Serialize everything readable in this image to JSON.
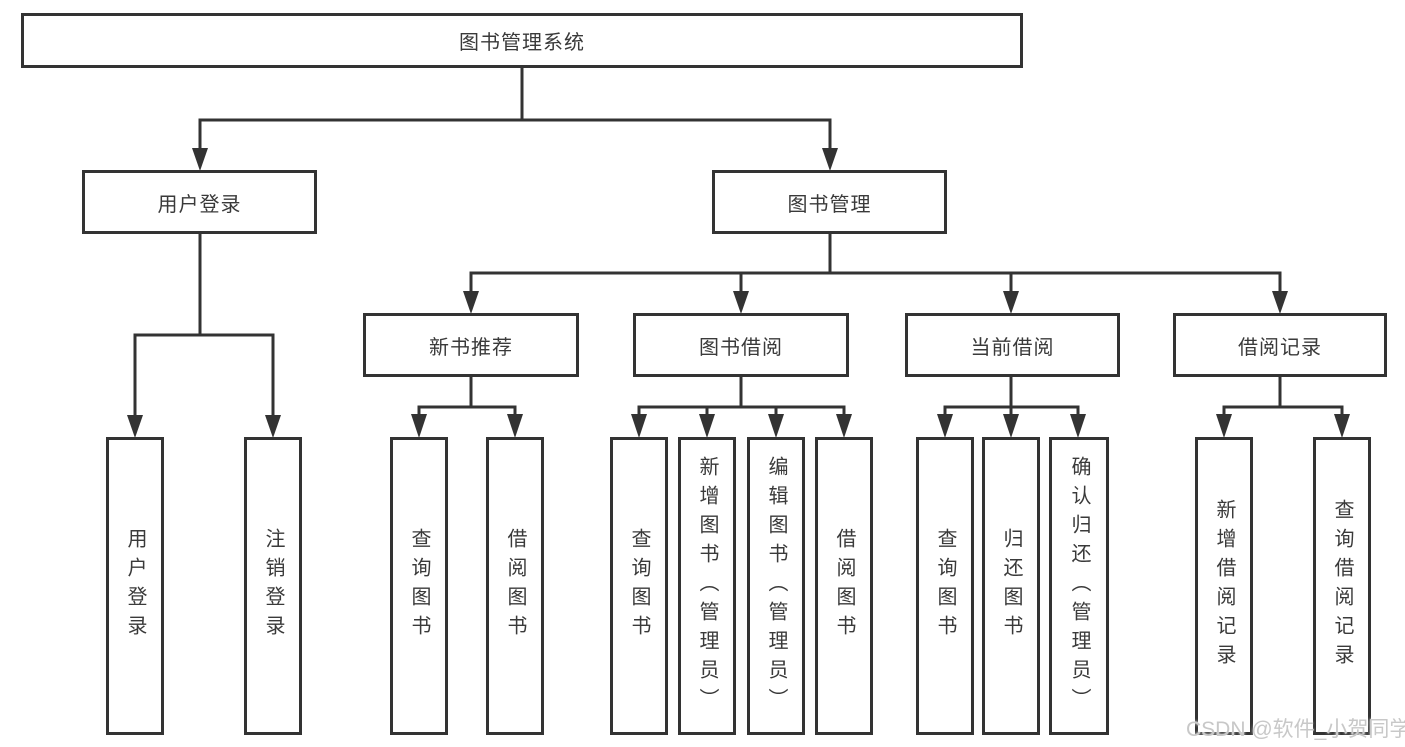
{
  "diagram": {
    "root": {
      "label": "图书管理系统"
    },
    "branches": [
      {
        "label": "用户登录",
        "children": [
          {
            "label": "用户登录"
          },
          {
            "label": "注销登录"
          }
        ]
      },
      {
        "label": "图书管理",
        "children": [
          {
            "label": "新书推荐",
            "children": [
              {
                "label": "查询图书"
              },
              {
                "label": "借阅图书"
              }
            ]
          },
          {
            "label": "图书借阅",
            "children": [
              {
                "label": "查询图书"
              },
              {
                "label": "新增图书（管理员）"
              },
              {
                "label": "编辑图书（管理员）"
              },
              {
                "label": "借阅图书"
              }
            ]
          },
          {
            "label": "当前借阅",
            "children": [
              {
                "label": "查询图书"
              },
              {
                "label": "归还图书"
              },
              {
                "label": "确认归还（管理员）"
              }
            ]
          },
          {
            "label": "借阅记录",
            "children": [
              {
                "label": "新增借阅记录"
              },
              {
                "label": "查询借阅记录"
              }
            ]
          }
        ]
      }
    ],
    "watermark": "CSDN @软件_小贺同学",
    "colors": {
      "line": "#333333",
      "text": "#3a3a3a",
      "watermark": "#c8c8c8",
      "background": "#ffffff"
    }
  }
}
